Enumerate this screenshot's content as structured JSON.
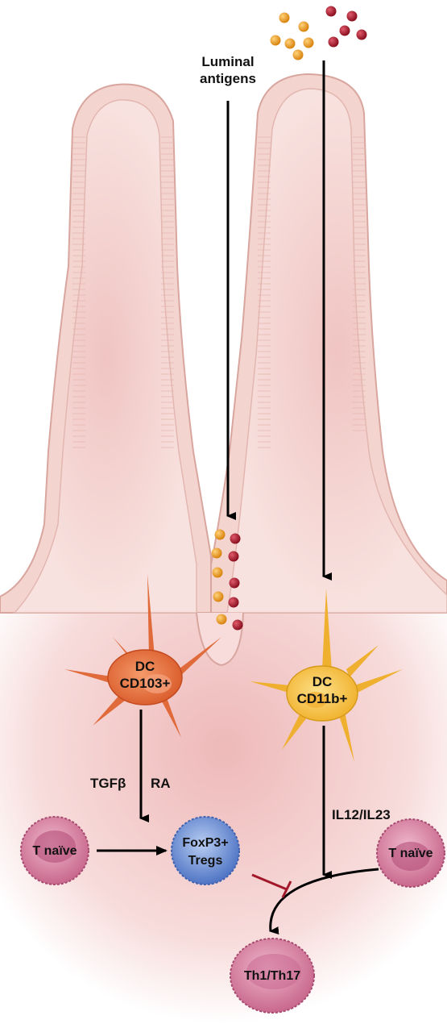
{
  "labels": {
    "luminal_line1": "Luminal",
    "luminal_line2": "antigens",
    "dc_left_line1": "DC",
    "dc_left_line2": "CD103+",
    "dc_right_line1": "DC",
    "dc_right_line2": "CD11b+",
    "tgfb": "TGFβ",
    "ra": "RA",
    "il12_il23": "IL12/IL23",
    "t_naive_left": "T naïve",
    "t_naive_right": "T naïve",
    "foxp3_line1": "FoxP3+",
    "foxp3_line2": "Tregs",
    "th1_th17": "Th1/Th17"
  },
  "colors": {
    "villus_fill": "#f6d7d3",
    "villus_edge": "#d9a9a3",
    "lamina": "#f3c9c8",
    "antigen_orange": "#e89a1f",
    "antigen_red": "#a0162a",
    "dc_cd103": "#e9713f",
    "dc_cd11b": "#f5c23c",
    "t_cell": "#d98aa8",
    "treg": "#6f90d6",
    "th_cell": "#d98aa8",
    "inhibit_line": "#a3172a",
    "arrow": "#000000"
  }
}
